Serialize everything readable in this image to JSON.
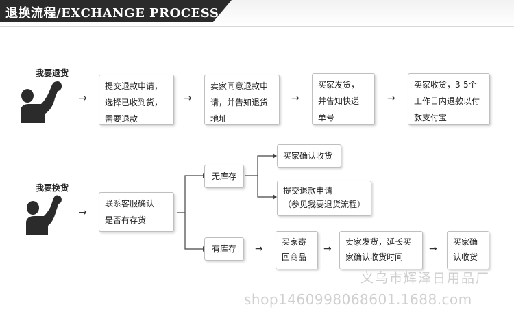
{
  "header": {
    "title": "退换流程/EXCHANGE PROCESS"
  },
  "refund": {
    "label": "我要退货",
    "steps": [
      {
        "lines": [
          "提交退款申请，",
          "选择已收到货，",
          "需要退款"
        ]
      },
      {
        "lines": [
          "卖家同意退款申",
          "请，并告知退货",
          "地址"
        ]
      },
      {
        "lines": [
          "买家发货，",
          "并告知快递",
          "单号"
        ]
      },
      {
        "lines": [
          "卖家收货，3-5个",
          "工作日内退款以付",
          "款支付宝"
        ]
      }
    ],
    "arrow": "→"
  },
  "exchange": {
    "label": "我要换货",
    "confirm": {
      "lines": [
        "联系客服确认",
        "是否有存货"
      ]
    },
    "no_stock": {
      "label": "无库存",
      "options": [
        {
          "lines": [
            "买家确认收货"
          ]
        },
        {
          "lines": [
            "提交退款申请",
            "（参见我要退货流程）"
          ]
        }
      ]
    },
    "in_stock": {
      "label": "有库存",
      "steps": [
        {
          "lines": [
            "买家寄",
            "回商品"
          ]
        },
        {
          "lines": [
            "卖家发货，延长买",
            "家确认收货时间"
          ]
        },
        {
          "lines": [
            "买家确",
            "认收货"
          ]
        }
      ]
    },
    "arrow": "→"
  },
  "watermark": {
    "company": "义乌市辉泽日用品厂",
    "shop_url": "shop1460998068601.1688.com"
  },
  "colors": {
    "header_bg": "#2b2b2b",
    "border": "#bfbfbf",
    "text": "#222222",
    "watermark": "#cfcfcf"
  }
}
